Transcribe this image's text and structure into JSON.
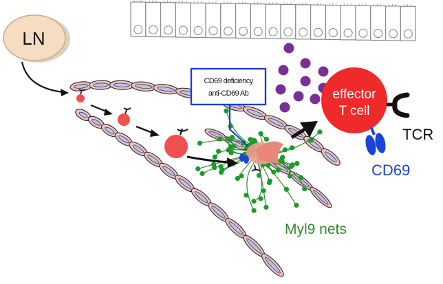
{
  "labels": {
    "ln": "LN",
    "callout_line1": "CD69 deficiency",
    "callout_line2": "anti-CD69 Ab",
    "effector_line1": "effector",
    "effector_line2": "T cell",
    "tcr": "TCR",
    "cd69": "CD69",
    "myl9": "Myl9 nets"
  },
  "colors": {
    "ln_fill": "#f6dcc0",
    "vessel_fill": "#ecc0c6",
    "vessel_stroke": "#2a2a2a",
    "nucleus_fill": "#b9c2e6",
    "cell_red": "#f05050",
    "effector_red": "#ee2a2a",
    "cytokine_purple": "#7a2e96",
    "myl9_green": "#2e8a2e",
    "myl9_dot": "#1e9a2a",
    "cd69_blue": "#1a45d6",
    "callout_blue": "#1a3fd0",
    "epithelium_stroke": "#8a8a8a",
    "black": "#111111"
  }
}
